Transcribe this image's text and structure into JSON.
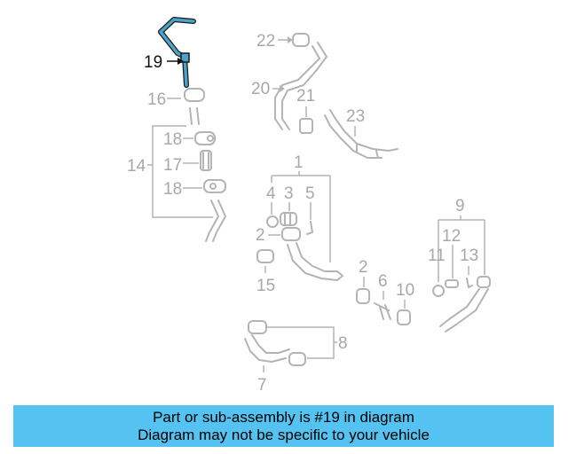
{
  "callouts": {
    "c1": "1",
    "c2a": "2",
    "c2b": "2",
    "c3": "3",
    "c4": "4",
    "c5": "5",
    "c6": "6",
    "c7": "7",
    "c8": "8",
    "c9": "9",
    "c10": "10",
    "c11": "11",
    "c12": "12",
    "c13": "13",
    "c14": "14",
    "c15": "15",
    "c16": "16",
    "c17": "17",
    "c18a": "18",
    "c18b": "18",
    "c19": "19",
    "c20": "20",
    "c21": "21",
    "c22": "22",
    "c23": "23"
  },
  "highlighted_part": "19",
  "colors": {
    "highlight": "#4aa3c8",
    "parts": "#b4b4b4",
    "banner": "#55c3f2"
  },
  "banner": {
    "line1": "Part or sub-assembly is #19 in diagram",
    "line2": "Diagram may not be specific to your vehicle"
  }
}
